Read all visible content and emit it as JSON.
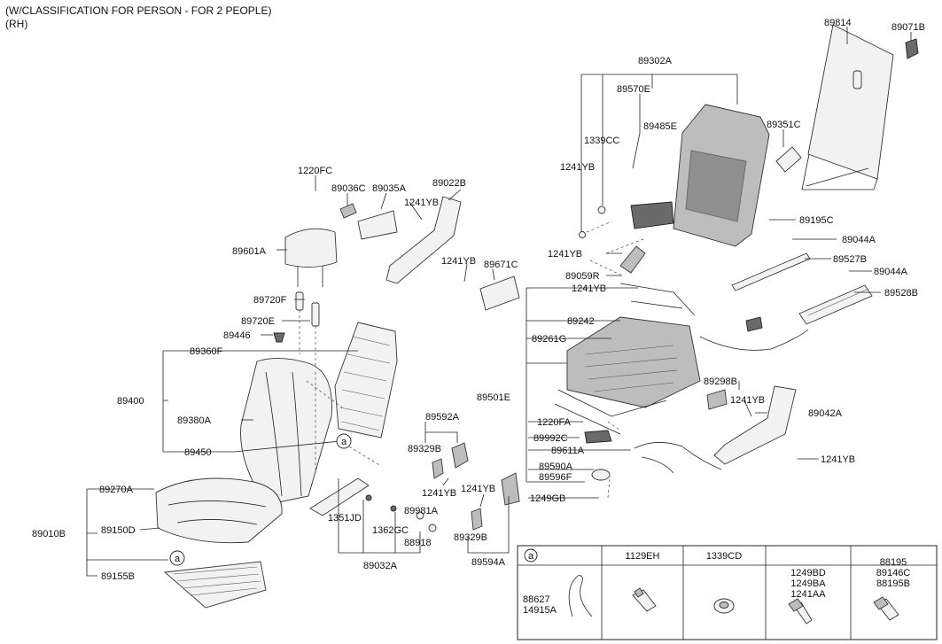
{
  "header": {
    "line1": "(W/CLASSIFICATION FOR PERSON - FOR 2 PEOPLE)",
    "line2": "(RH)"
  },
  "callouts": {
    "c89814": "89814",
    "c89071B": "89071B",
    "c89302A": "89302A",
    "c89570E": "89570E",
    "c89485E": "89485E",
    "c1339CC": "1339CC",
    "c1241YB_a": "1241YB",
    "c89351C": "89351C",
    "c89195C": "89195C",
    "c1220FC": "1220FC",
    "c89036C": "89036C",
    "c89035A": "89035A",
    "c89022B": "89022B",
    "c1241YB_b": "1241YB",
    "c89601A": "89601A",
    "c1241YB_c": "1241YB",
    "c89671C": "89671C",
    "c1241YB_d": "1241YB",
    "c89044A_a": "89044A",
    "c89527B": "89527B",
    "c89044A_b": "89044A",
    "c89528B": "89528B",
    "c89059R": "89059R",
    "c1241YB_e": "1241YB",
    "c89720F": "89720F",
    "c89720E": "89720E",
    "c89446": "89446",
    "c89242": "89242",
    "c89261G": "89261G",
    "c89360F": "89360F",
    "c89400": "89400",
    "c89380A": "89380A",
    "c89501E": "89501E",
    "c89298B": "89298B",
    "c1241YB_f": "1241YB",
    "c89042A": "89042A",
    "c89592A": "89592A",
    "c1220FA": "1220FA",
    "c89329B_a": "89329B",
    "c89992C": "89992C",
    "c89611A": "89611A",
    "c89450": "89450",
    "c1241YB_g": "1241YB",
    "c89590A": "89590A",
    "c89596F": "89596F",
    "c89270A": "89270A",
    "c1241YB_h": "1241YB",
    "c1249GB": "1249GB",
    "c89981A": "89981A",
    "c1351JD": "1351JD",
    "c89150D": "89150D",
    "c1362GC": "1362GC",
    "c89010B": "89010B",
    "c88918": "88918",
    "c89329B_b": "89329B",
    "c89594A": "89594A",
    "c89032A": "89032A",
    "c89155B": "89155B",
    "circle_a_1": "a",
    "circle_a_2": "a"
  },
  "legend_table": {
    "h_a": "a",
    "h_1129EH": "1129EH",
    "h_1339CD": "1339CD",
    "h_1249": [
      "1249BD",
      "1249BA",
      "1241AA"
    ],
    "h_88195": [
      "88195",
      "89146C",
      "88195B"
    ],
    "a_parts": [
      "88627",
      "14915A"
    ]
  }
}
